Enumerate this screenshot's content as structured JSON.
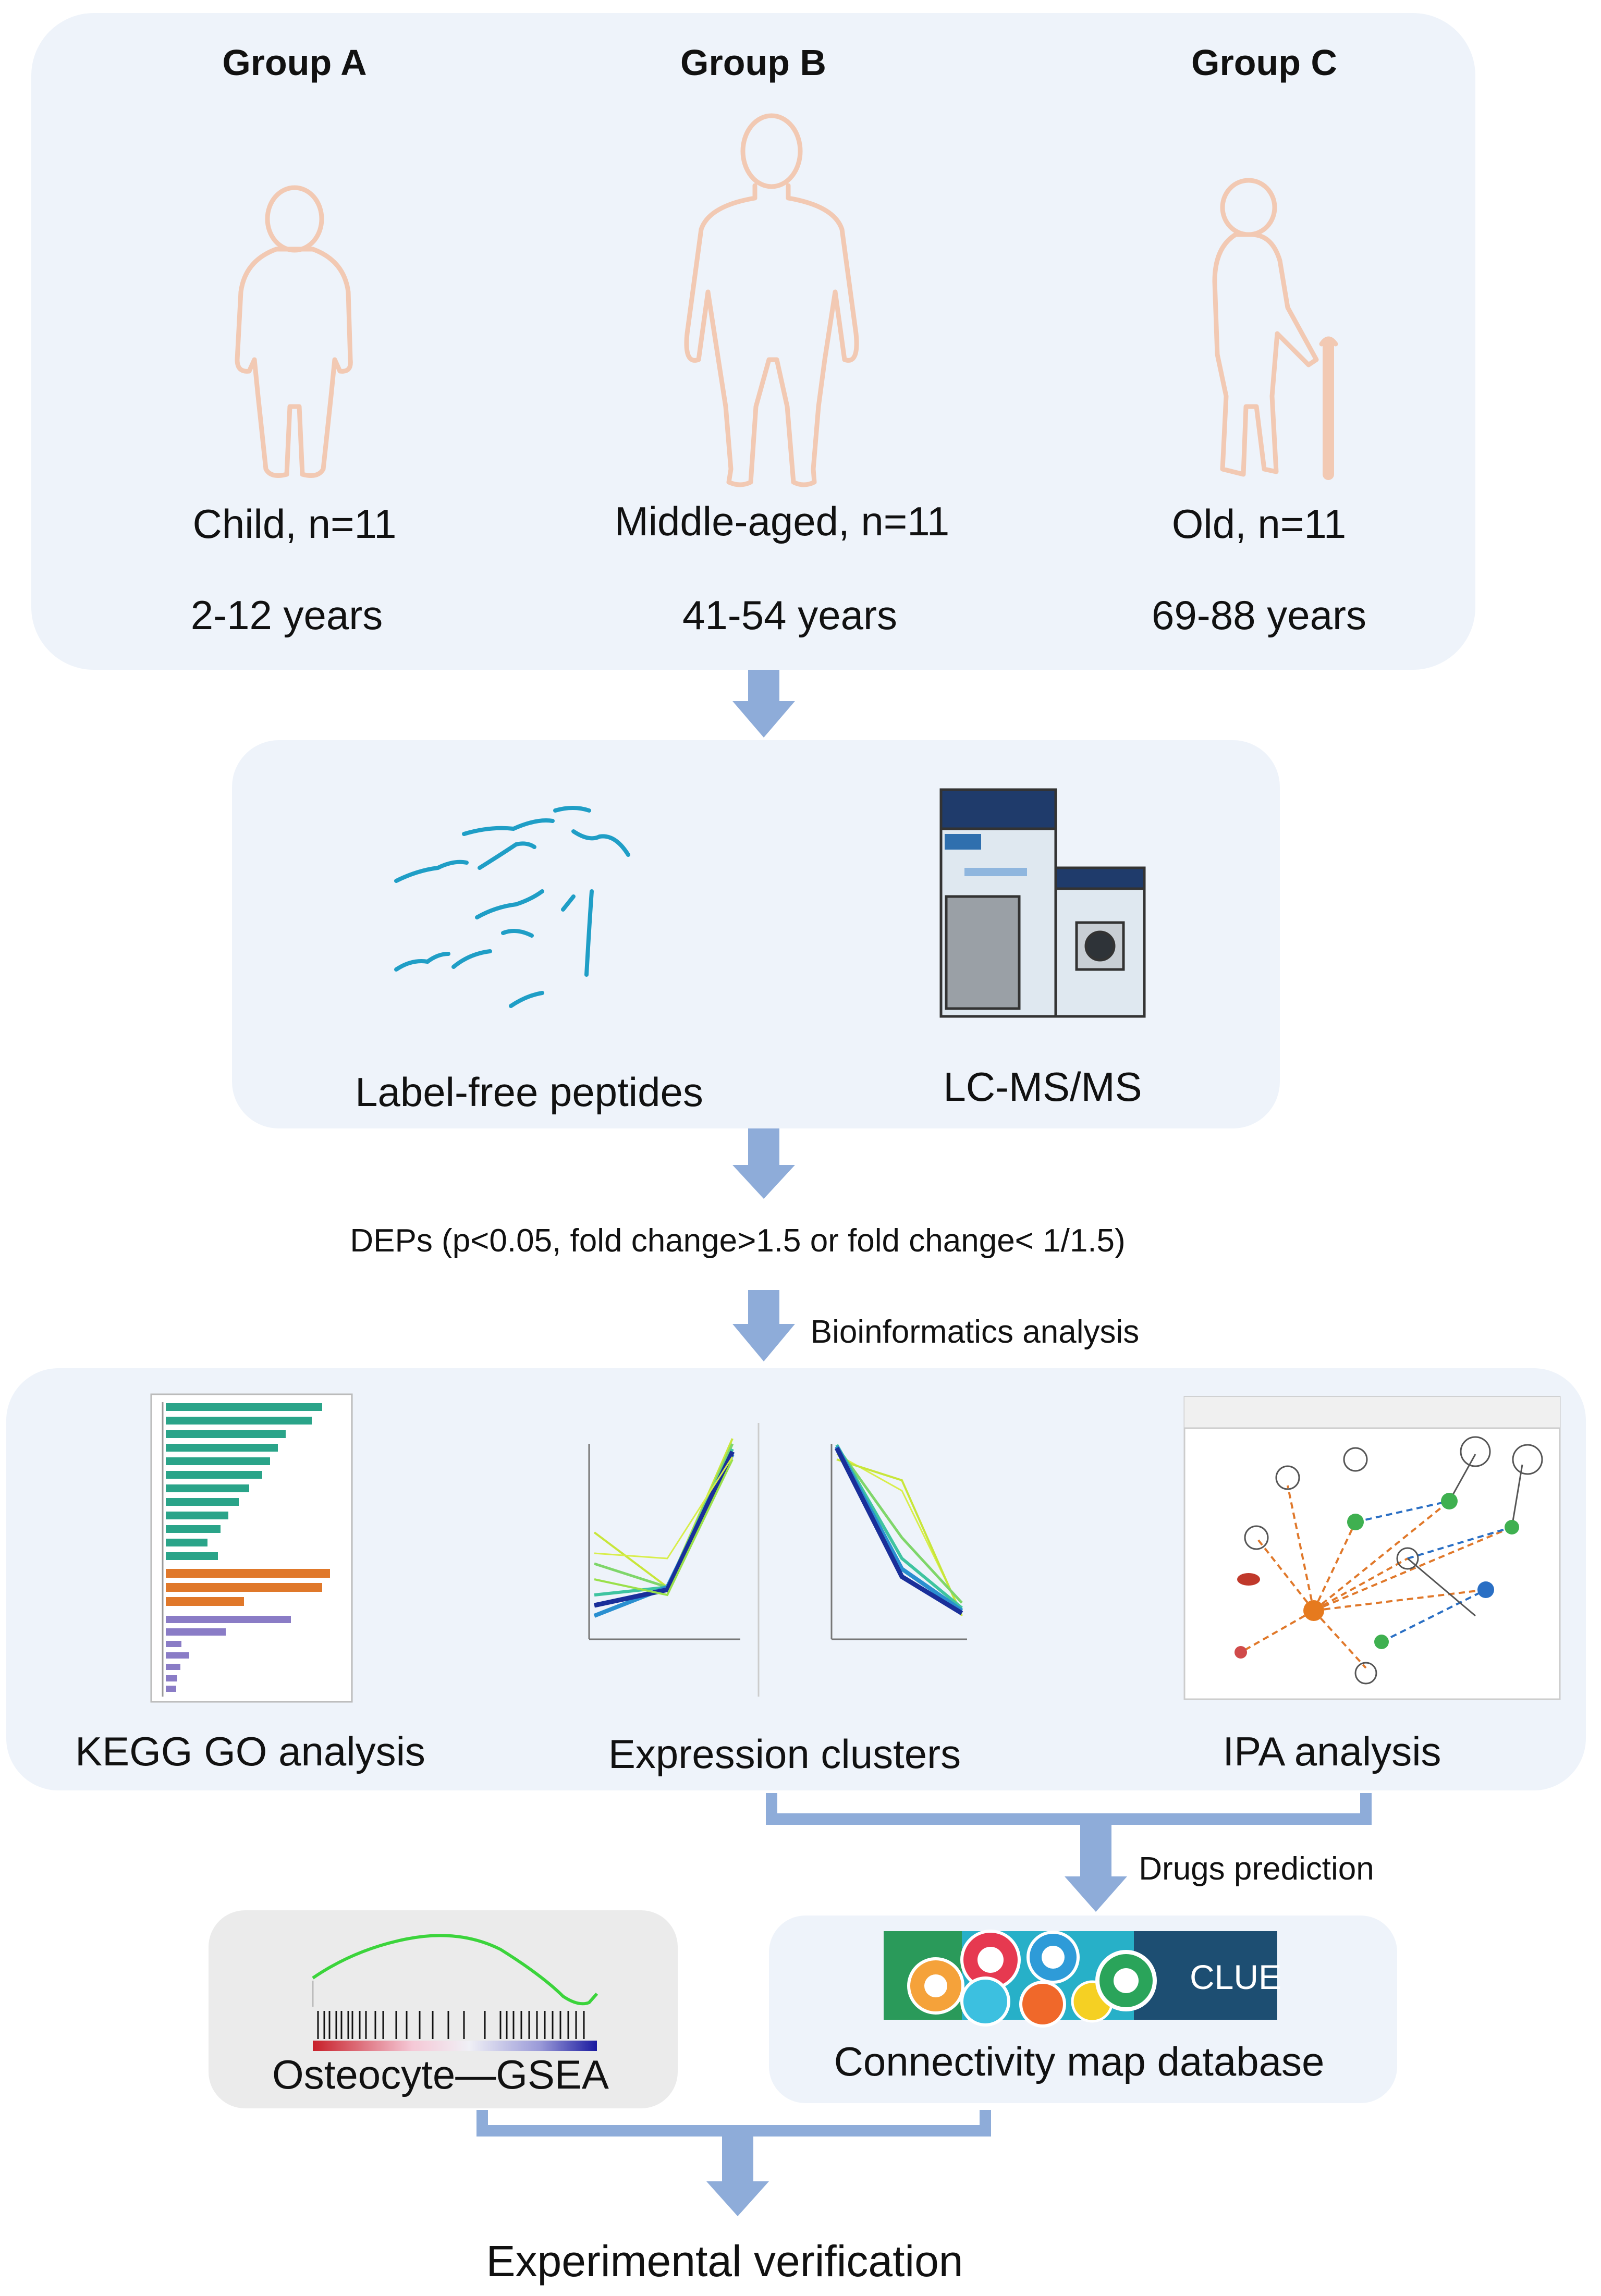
{
  "groups": [
    {
      "header": "Group A",
      "label": "Child, n=11",
      "age": "2-12 years"
    },
    {
      "header": "Group B",
      "label": "Middle-aged, n=11",
      "age": "41-54 years"
    },
    {
      "header": "Group C",
      "label": "Old, n=11",
      "age": "69-88 years"
    }
  ],
  "step2": {
    "peptides_label": "Label-free peptides",
    "ms_label": "LC-MS/MS"
  },
  "deps_text": "DEPs (p<0.05, fold change>1.5 or fold change< 1/1.5)",
  "bioinformatics_text": "Bioinformatics analysis",
  "analysis": {
    "kegg_label": "KEGG GO analysis",
    "clusters_label": "Expression clusters",
    "ipa_label": "IPA analysis"
  },
  "drugs_text": "Drugs prediction",
  "gsea_label": "Osteocyte—GSEA",
  "cmap_label": "Connectivity map database",
  "clue_logo": "CLUE",
  "final_label": "Experimental verification",
  "colors": {
    "panel": "#eef3fa",
    "arrow": "#8eacd9",
    "figure": "#f2c9b3",
    "peptide": "#1f9ec6",
    "teal": "#2aa489",
    "orange": "#e0782a",
    "purple": "#8a7cc6"
  }
}
